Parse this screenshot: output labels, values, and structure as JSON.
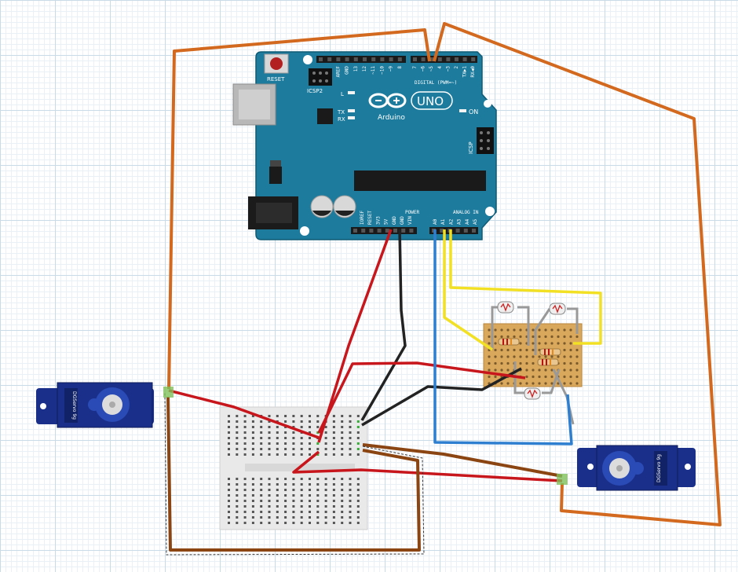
{
  "arduino": {
    "reset_label": "RESET",
    "icsp2_label": "ICSP2",
    "icsp_label": "ICSP",
    "l_label": "L",
    "tx_label": "TX",
    "rx_label": "RX",
    "on_label": "ON",
    "logo_text": "UNO",
    "brand_text": "Arduino",
    "digital_label": "DIGITAL (PWM=~)",
    "power_label": "POWER",
    "analog_label": "ANALOG IN",
    "top_pins": [
      "AREF",
      "GND",
      "13",
      "12",
      "~11",
      "~10",
      "~9",
      "8",
      "7",
      "~6",
      "~5",
      "4",
      "~3",
      "2",
      "TX▶1",
      "RX◀0"
    ],
    "bottom_power_pins": [
      "IOREF",
      "RESET",
      "3V3",
      "5V",
      "GND",
      "GND",
      "VIN"
    ],
    "bottom_analog_pins": [
      "A0",
      "A1",
      "A2",
      "A3",
      "A4",
      "A5"
    ]
  },
  "servo_left": {
    "model": "DGServo 9g"
  },
  "servo_right": {
    "model": "DGServo 9g"
  },
  "colors": {
    "board": "#1d7b9d",
    "wire_orange": "#d2691e",
    "wire_red": "#c8161d",
    "wire_black": "#222222",
    "wire_blue": "#2f7fd0",
    "wire_yellow": "#f2e024",
    "wire_brown": "#8b4513",
    "servo_blue": "#1a2f8a",
    "perfboard": "#d9a85c"
  }
}
